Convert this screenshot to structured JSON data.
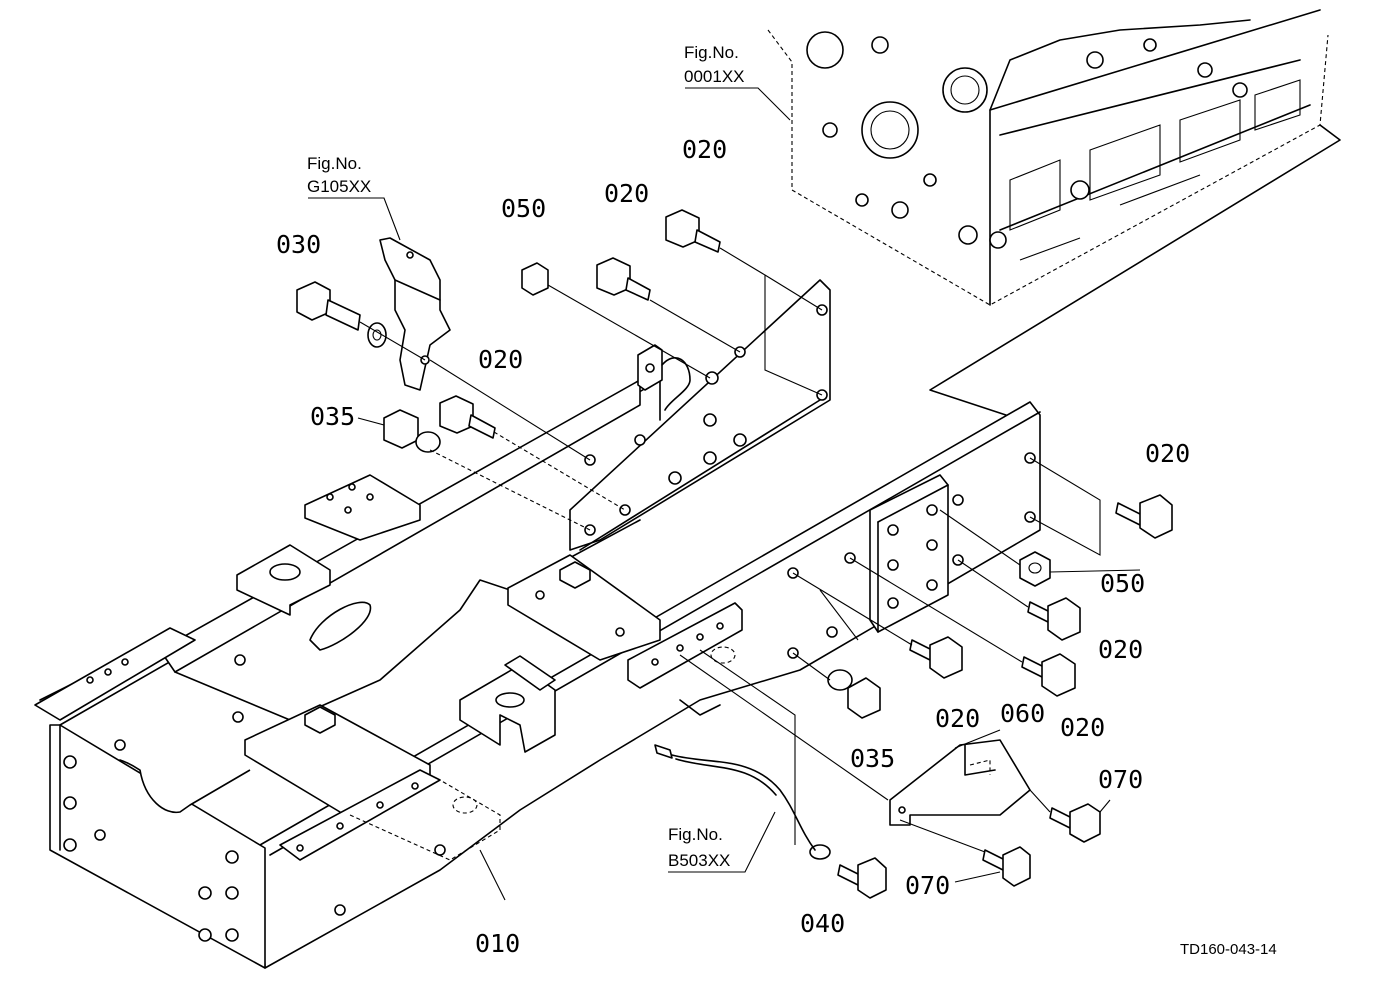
{
  "diagram": {
    "drawing_code": "TD160-043-14",
    "parts": [
      {
        "id": "p010a",
        "number": "010"
      },
      {
        "id": "p020a",
        "number": "020"
      },
      {
        "id": "p020b",
        "number": "020"
      },
      {
        "id": "p020c",
        "number": "020"
      },
      {
        "id": "p020d",
        "number": "020"
      },
      {
        "id": "p020e",
        "number": "020"
      },
      {
        "id": "p020f",
        "number": "020"
      },
      {
        "id": "p020g",
        "number": "020"
      },
      {
        "id": "p020h",
        "number": "020"
      },
      {
        "id": "p030a",
        "number": "030"
      },
      {
        "id": "p035a",
        "number": "035"
      },
      {
        "id": "p035b",
        "number": "035"
      },
      {
        "id": "p040a",
        "number": "040"
      },
      {
        "id": "p050a",
        "number": "050"
      },
      {
        "id": "p050b",
        "number": "050"
      },
      {
        "id": "p060a",
        "number": "060"
      },
      {
        "id": "p070a",
        "number": "070"
      },
      {
        "id": "p070b",
        "number": "070"
      }
    ],
    "figure_refs": [
      {
        "id": "engine",
        "line1": "Fig.No.",
        "line2": "0001XX"
      },
      {
        "id": "bracket",
        "line1": "Fig.No.",
        "line2": "G105XX"
      },
      {
        "id": "harness",
        "line1": "Fig.No.",
        "line2": "B503XX"
      }
    ]
  }
}
